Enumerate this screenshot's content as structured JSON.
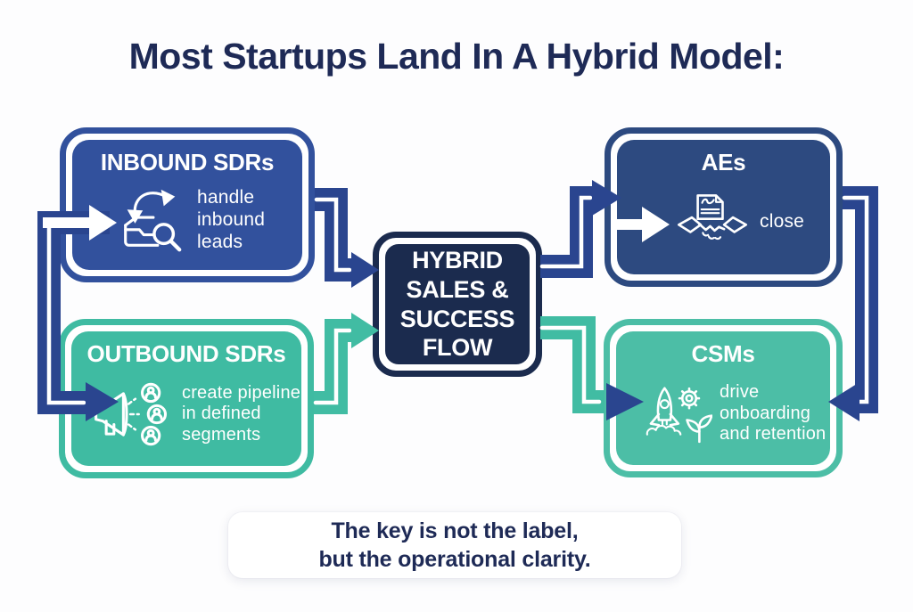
{
  "title": "Most Startups Land In A Hybrid Model:",
  "colors": {
    "background": "#FDFDFE",
    "title_navy": "#1E2A56",
    "box_blue": "#32519D",
    "box_blue_dark": "#2D4A80",
    "box_teal": "#3FBBA2",
    "box_teal_light": "#4CBEA6",
    "center_navy": "#1B2B4E",
    "connector_navy": "#2A458F",
    "connector_teal": "#41BCA3",
    "note_text": "#1E2A56"
  },
  "boxes": {
    "inbound": {
      "heading": "INBOUND SDRs",
      "description": "handle inbound leads",
      "icon": "inbox-search-icon"
    },
    "outbound": {
      "heading": "OUTBOUND SDRs",
      "description": "create pipeline in defined segments",
      "icon": "megaphone-audience-icon"
    },
    "center": {
      "lines": [
        "HYBRID",
        "SALES &",
        "SUCCESS",
        "FLOW"
      ]
    },
    "aes": {
      "heading": "AEs",
      "description": "close",
      "icon": "contract-handshake-icon"
    },
    "csms": {
      "heading": "CSMs",
      "description": "drive onboarding and retention",
      "icon": "rocket-gear-plant-icon"
    }
  },
  "note": {
    "line1": "The key is not the label,",
    "line2": "but the operational clarity."
  }
}
